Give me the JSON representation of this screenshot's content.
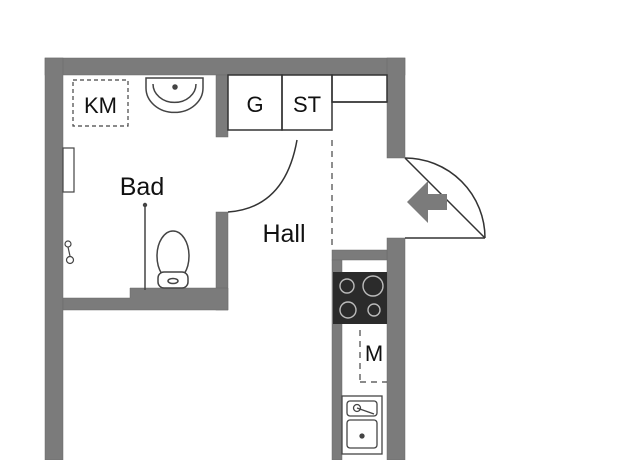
{
  "colors": {
    "wall": "#7b7b7b",
    "wall_stroke": "#6a6a6a",
    "line": "#333333",
    "fixture_stroke": "#444444",
    "stove": "#2b2b2b",
    "background": "#ffffff"
  },
  "rooms": {
    "bathroom": "Bad",
    "hall": "Hall"
  },
  "fixtures": {
    "washing_machine": "KM",
    "wardrobe": "G",
    "storage": "ST",
    "microwave": "M"
  },
  "icons": {
    "entrance": "entrance-arrow-icon",
    "toilet": "toilet-icon",
    "sink": "sink-icon",
    "stove": "stove-icon"
  }
}
